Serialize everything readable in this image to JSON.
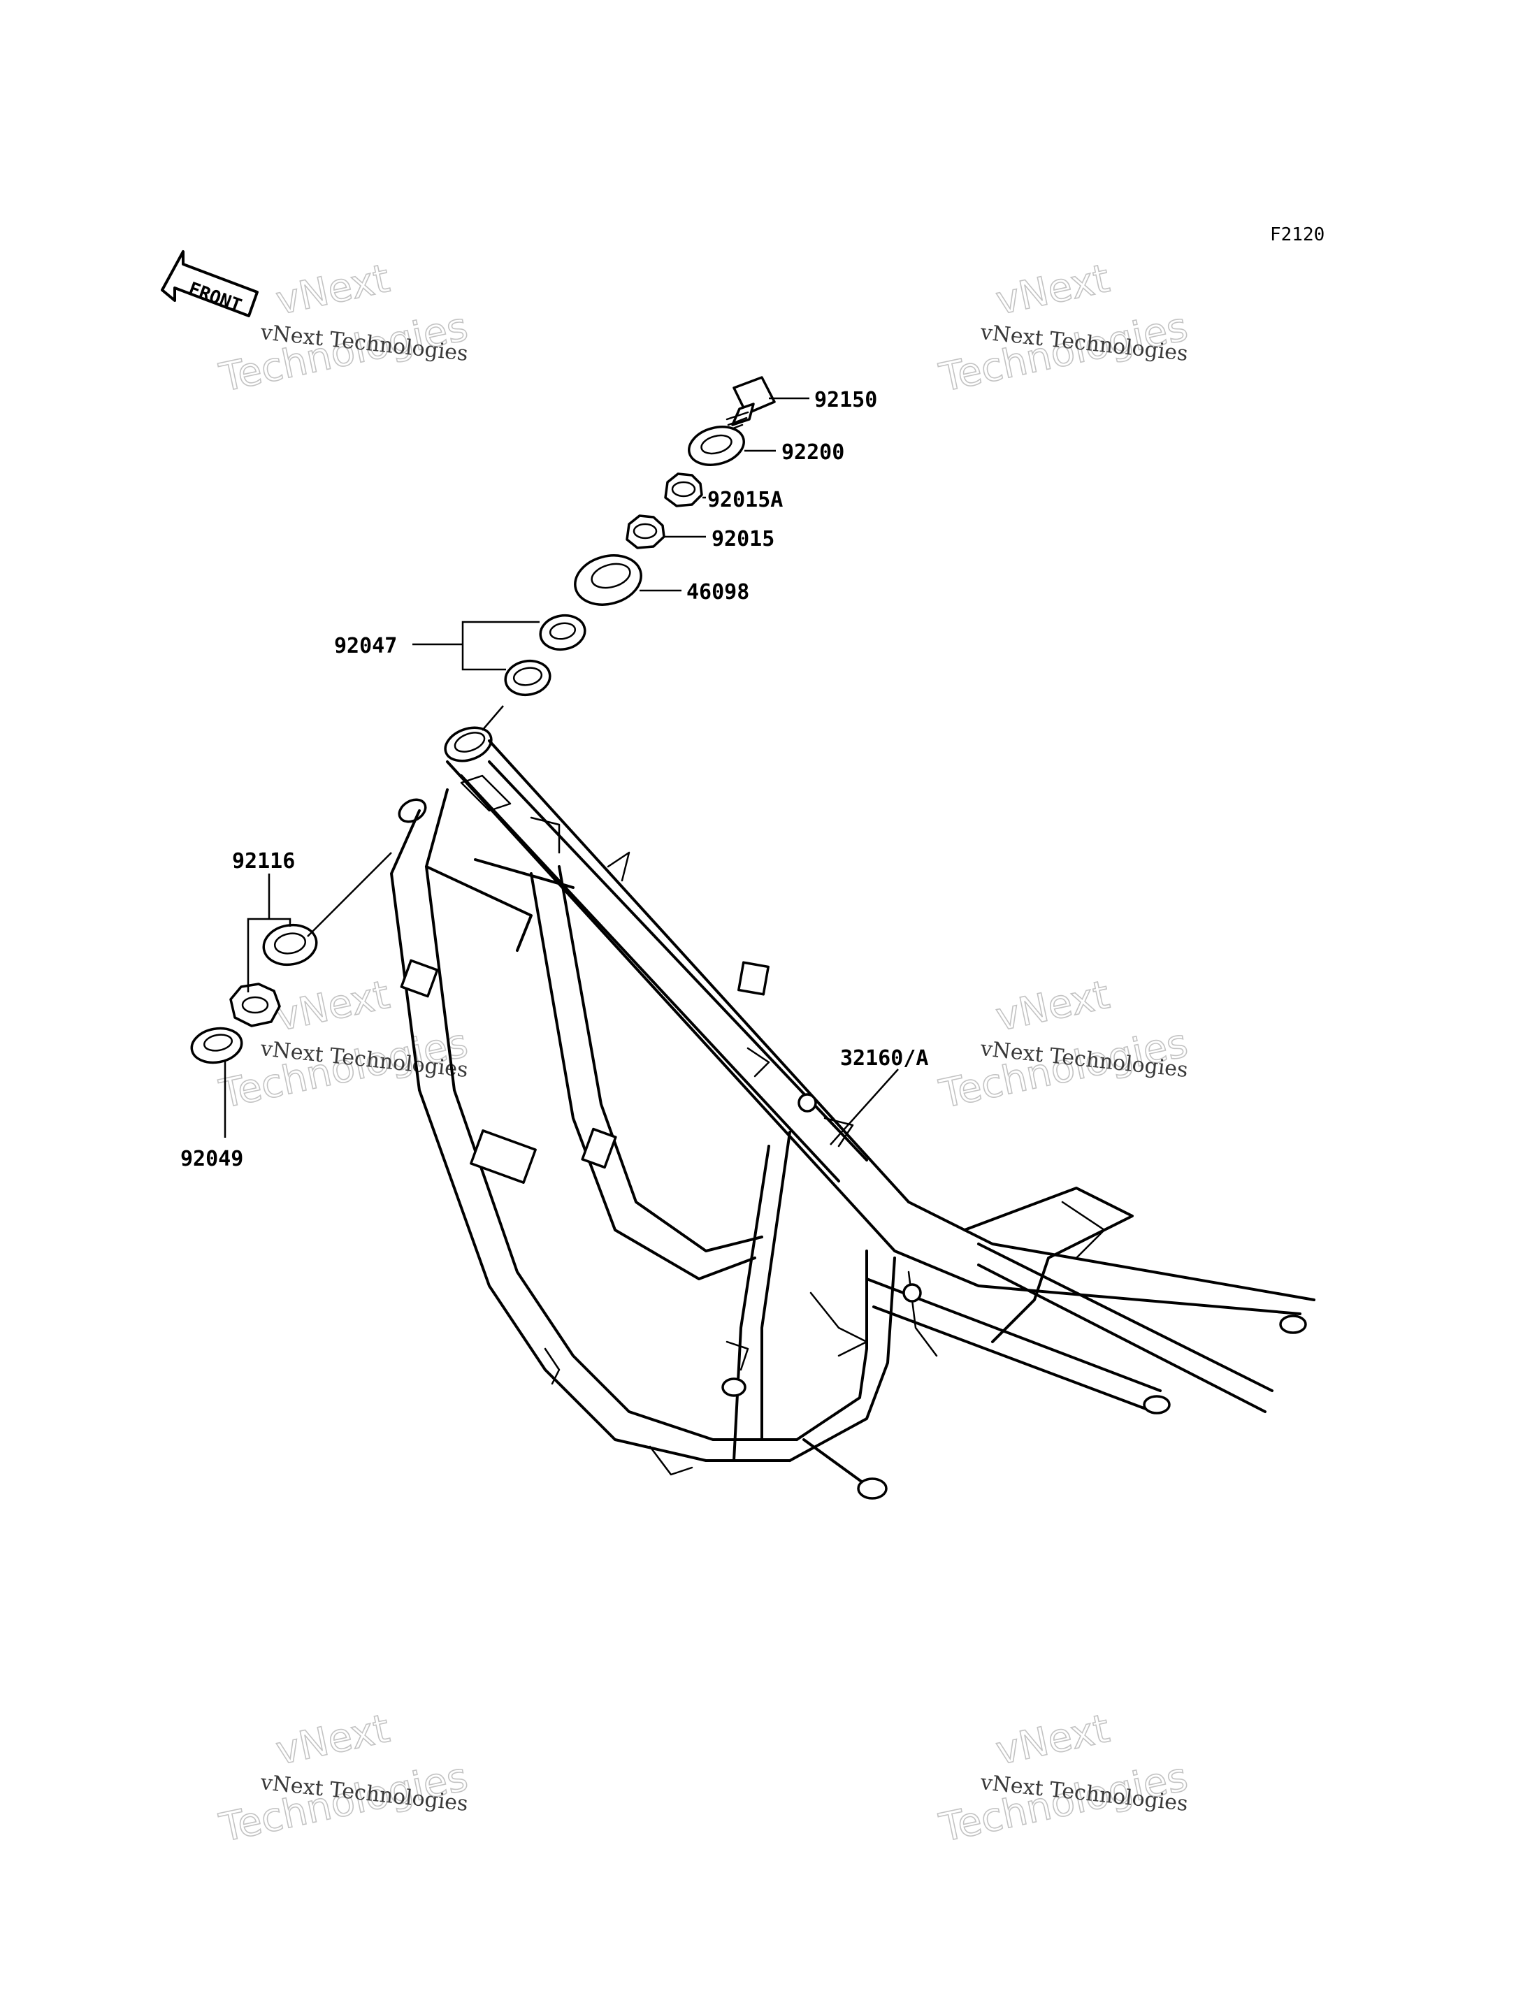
{
  "figure_code": "F2120",
  "front_label": "FRONT",
  "watermark": {
    "line1": "vNext Technologies",
    "big1": "vNext",
    "big2": "Technologies"
  },
  "parts": [
    {
      "id": "92150",
      "label": "92150"
    },
    {
      "id": "92200",
      "label": "92200"
    },
    {
      "id": "92015A",
      "label": "92015A"
    },
    {
      "id": "92015",
      "label": "92015"
    },
    {
      "id": "46098",
      "label": "46098"
    },
    {
      "id": "92047",
      "label": "92047"
    },
    {
      "id": "92116",
      "label": "92116"
    },
    {
      "id": "92049",
      "label": "92049"
    },
    {
      "id": "32160A",
      "label": "32160/A"
    }
  ]
}
